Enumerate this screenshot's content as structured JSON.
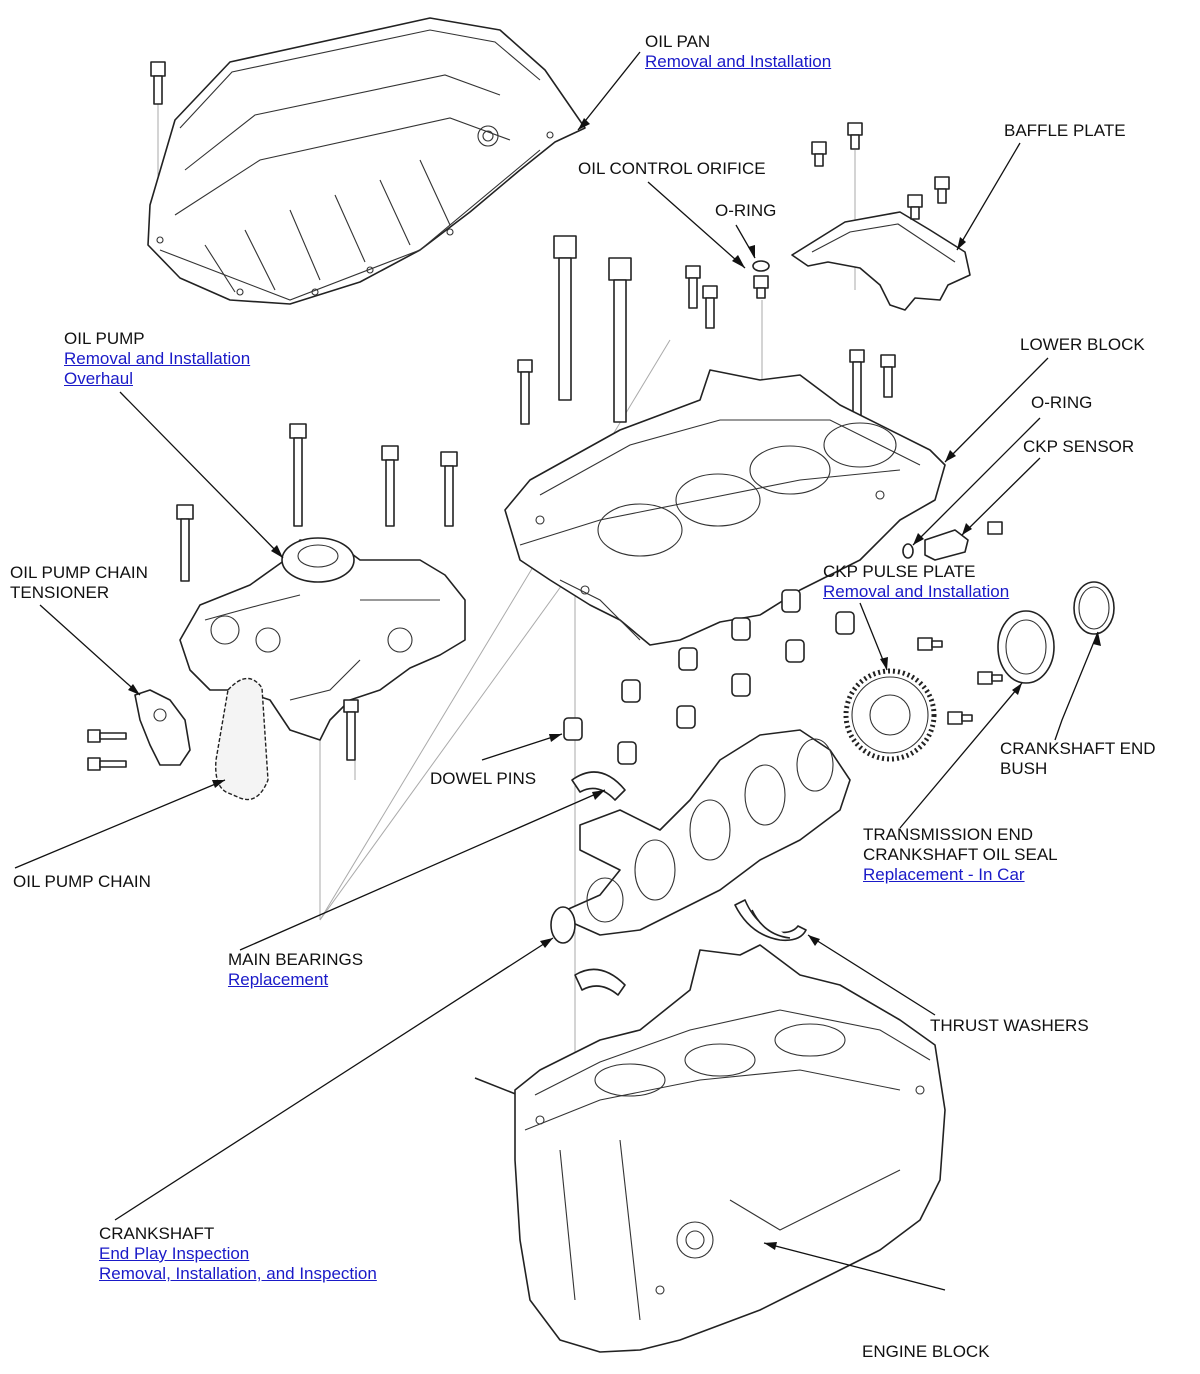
{
  "labels": {
    "oil_pan": {
      "name": "OIL PAN",
      "links": [
        "Removal and Installation"
      ]
    },
    "oil_control_orifice": {
      "name": "OIL CONTROL ORIFICE"
    },
    "baffle_plate": {
      "name": "BAFFLE PLATE"
    },
    "o_ring_top": {
      "name": "O-RING"
    },
    "oil_pump": {
      "name": "OIL PUMP",
      "links": [
        "Removal and Installation",
        "Overhaul"
      ]
    },
    "lower_block": {
      "name": "LOWER BLOCK"
    },
    "o_ring_right": {
      "name": "O-RING"
    },
    "ckp_sensor": {
      "name": "CKP SENSOR"
    },
    "oil_pump_chain_tensioner": {
      "name_lines": [
        "OIL PUMP CHAIN",
        "TENSIONER"
      ]
    },
    "ckp_pulse_plate": {
      "name": "CKP PULSE PLATE",
      "links": [
        "Removal and Installation"
      ]
    },
    "crankshaft_end_bush": {
      "name_lines": [
        "CRANKSHAFT END",
        "BUSH"
      ]
    },
    "dowel_pins": {
      "name": "DOWEL PINS"
    },
    "transmission_end_oil_seal": {
      "name_lines": [
        "TRANSMISSION END",
        "CRANKSHAFT OIL SEAL"
      ],
      "links": [
        "Replacement - In Car"
      ]
    },
    "oil_pump_chain": {
      "name": "OIL PUMP CHAIN"
    },
    "main_bearings": {
      "name": "MAIN BEARINGS",
      "links": [
        "Replacement"
      ]
    },
    "thrust_washers": {
      "name": "THRUST WASHERS"
    },
    "crankshaft": {
      "name": "CRANKSHAFT",
      "links": [
        "End Play Inspection",
        "Removal, Installation, and Inspection"
      ]
    },
    "engine_block": {
      "name": "ENGINE BLOCK"
    }
  },
  "colors": {
    "text": "#111111",
    "link": "#1a1ac8",
    "line": "#222222"
  }
}
